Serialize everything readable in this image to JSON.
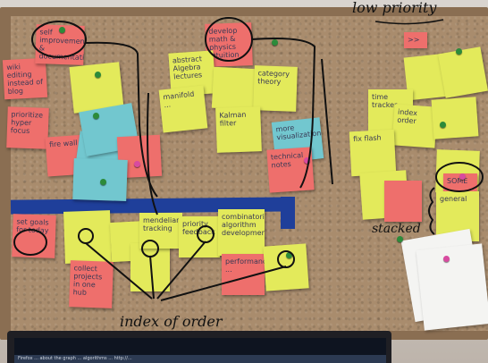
{
  "annotations": {
    "low_priority": "low priority",
    "index_of_order": "index of order",
    "stacked": "stacked"
  },
  "notes": {
    "self_improvement": "self improvement & documentation",
    "wiki_editing": "wiki editing instead of blog",
    "prioritize_hyper_focus": "prioritize hyper focus",
    "fire_wall": "fire wall",
    "set_goals": "set goals for today",
    "collect_projects": "collect projects in one hub",
    "develop_math_physics": "develop math & physics intuition",
    "abstract_algebra": "abstract Algebra lectures",
    "category_theory": "category theory",
    "manifold": "manifold ...",
    "kalman_filter": "Kalman filter",
    "more_visualization": "more visualization",
    "technical_notes": "technical notes",
    "time_tracker": "time tracker",
    "fix_flash": "fix flash",
    "index_order": "index order",
    "some": "SOME",
    "general": "general",
    "mendelian_tracking": "mendelian tracking",
    "combinatorial_algorithm": "combinatorial algorithm development",
    "performance": "performance ...",
    "priority_feedback": "priority feedback",
    "arrow_mark": ">>"
  },
  "taskbar": {
    "text": "Firefox ... about the graph ... algorithms ... http://..."
  },
  "colors": {
    "yellow_note": "#e3ea5b",
    "pink_note": "#ee6f6c",
    "blue_note": "#72c7cf",
    "cork": "#a98c6d",
    "blue_tape": "#1f3f9a"
  }
}
